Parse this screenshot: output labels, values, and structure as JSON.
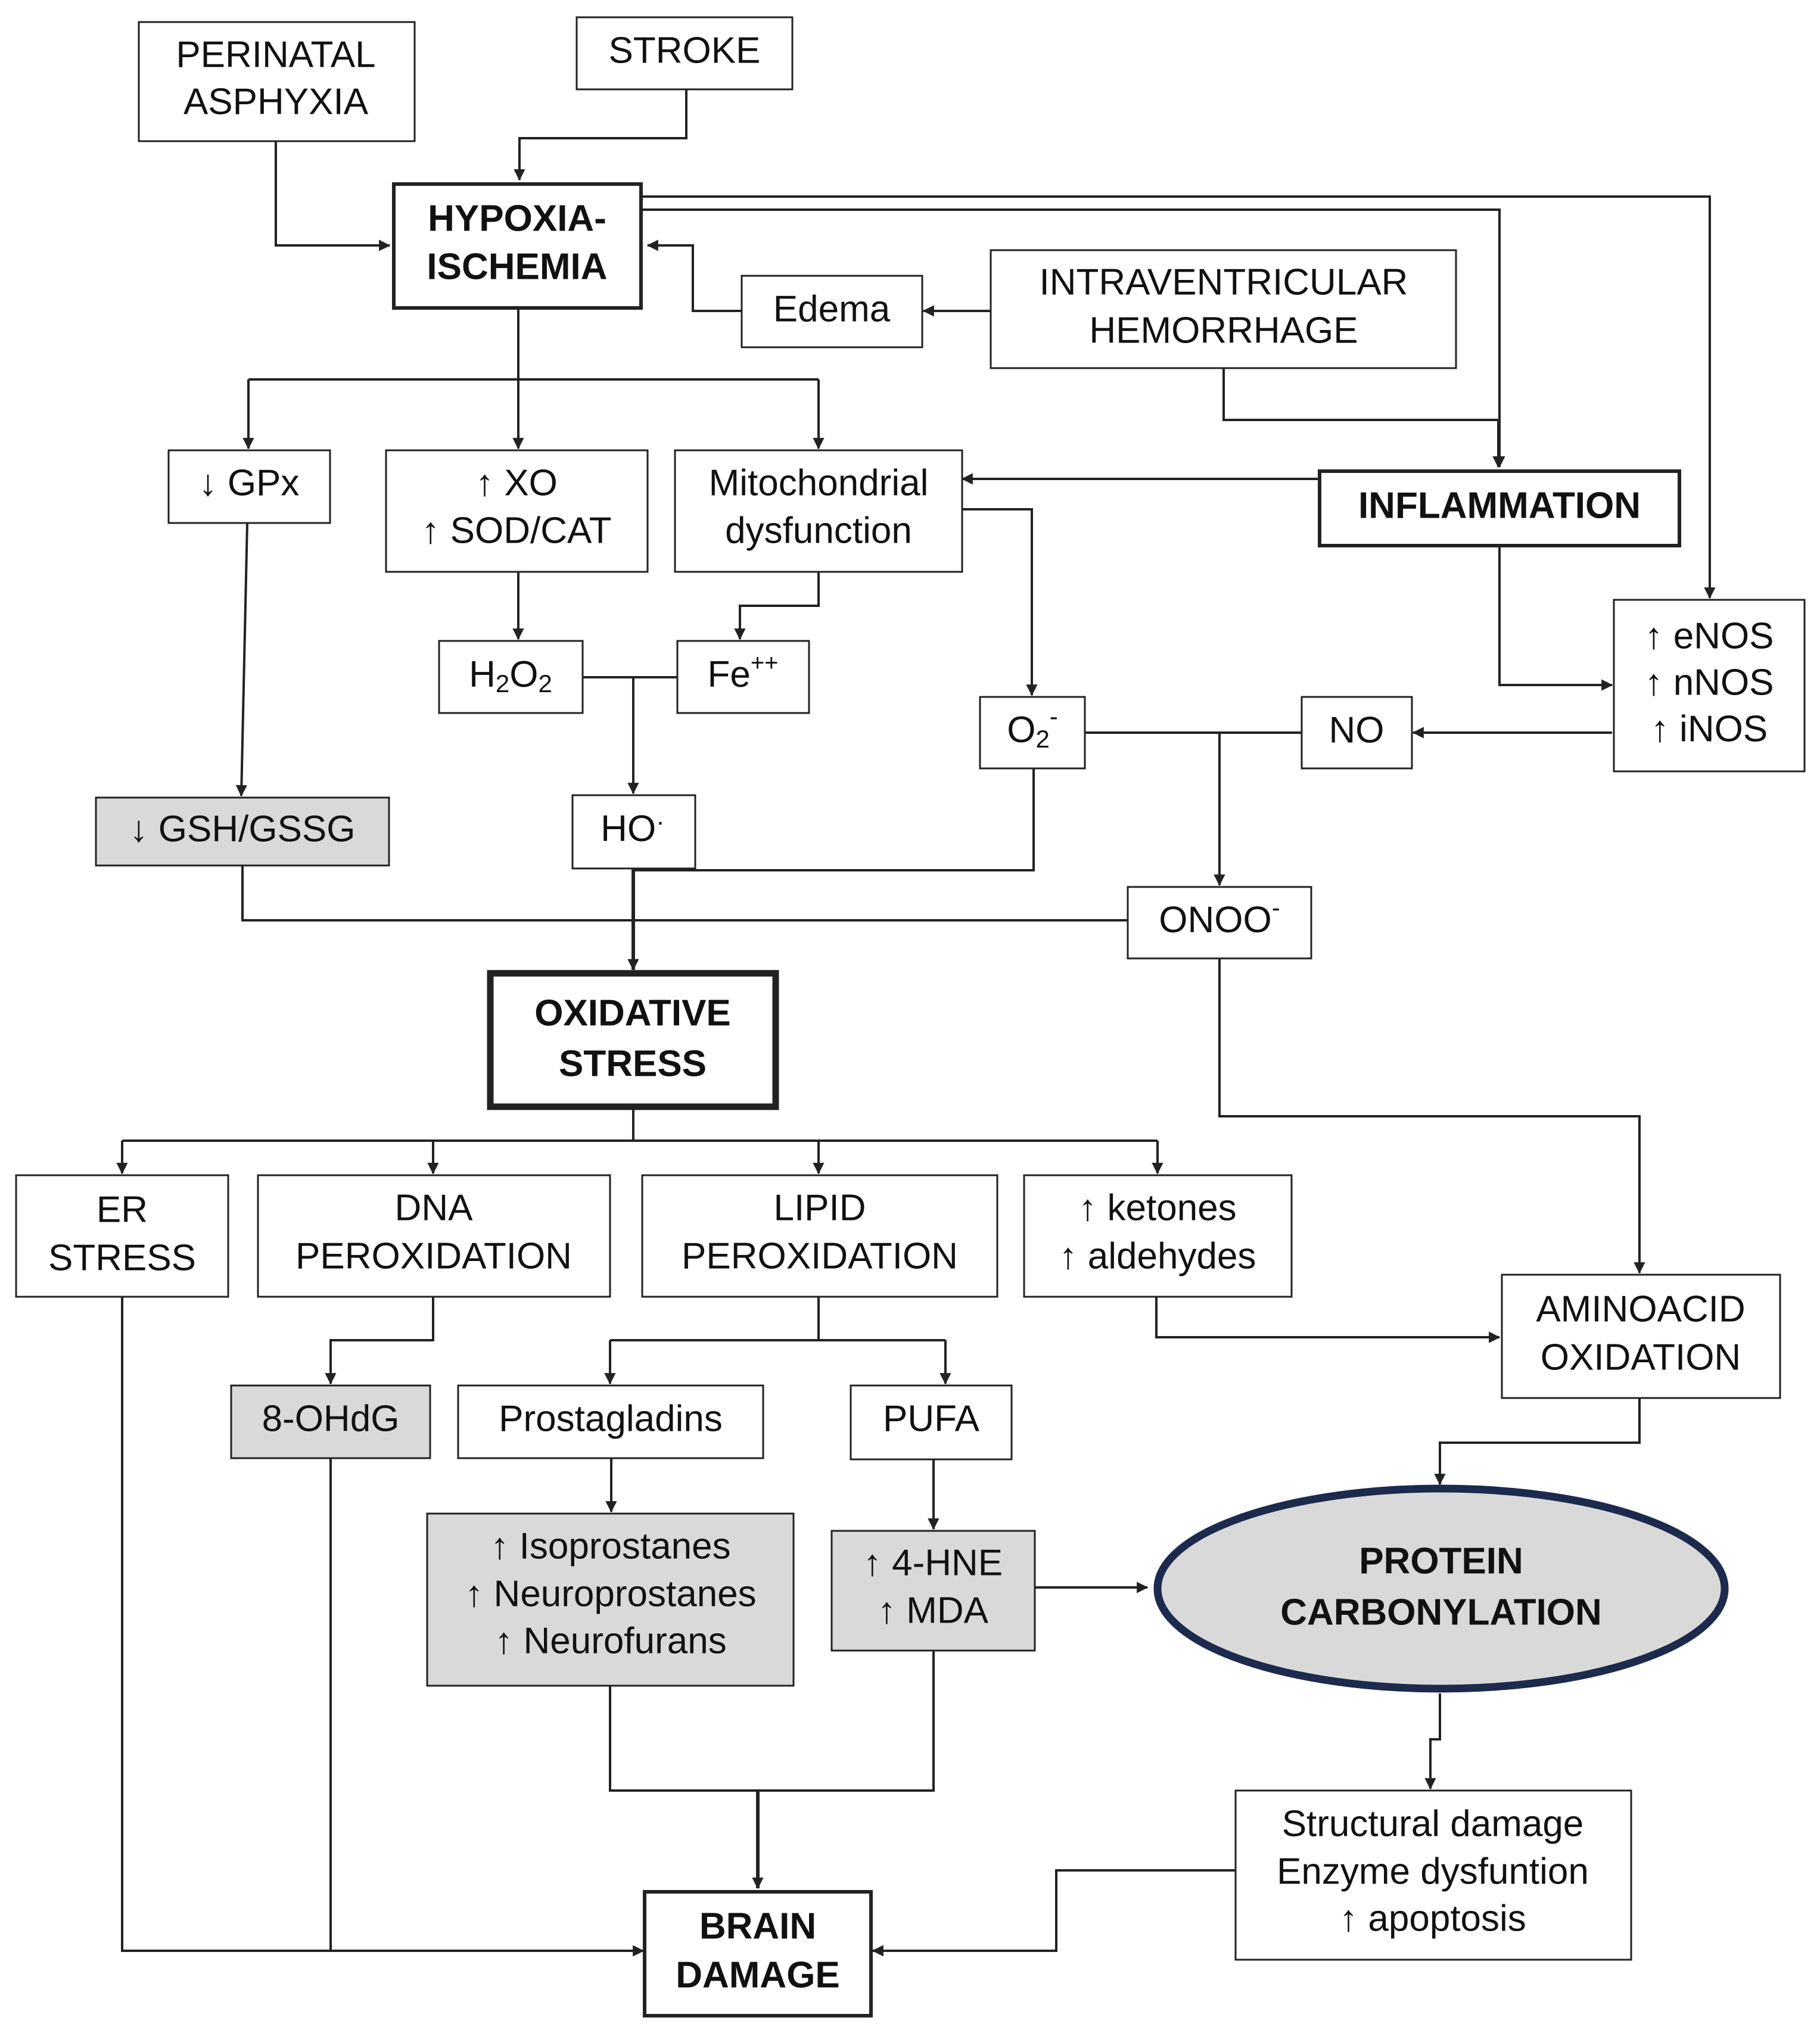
{
  "nodes": {
    "perinatal_asphyxia": [
      "PERINATAL",
      "ASPHYXIA"
    ],
    "stroke": [
      "STROKE"
    ],
    "hypoxia_ischemia": [
      "HYPOXIA-",
      "ISCHEMIA"
    ],
    "edema": [
      "Edema"
    ],
    "intraventricular_hemorrhage": [
      "INTRAVENTRICULAR",
      "HEMORRHAGE"
    ],
    "gpx": [
      "↓ GPx"
    ],
    "xo_sod_cat": [
      "↑ XO",
      "↑ SOD/CAT"
    ],
    "mitochondrial_dysfunction": [
      "Mitochondrial",
      "dysfunction"
    ],
    "inflammation": [
      "INFLAMMATION"
    ],
    "h2o2": {
      "base": "H",
      "sub1": "2",
      "mid": "O",
      "sub2": "2"
    },
    "fe": {
      "base": "Fe",
      "sup": "++"
    },
    "nos": [
      "↑ eNOS",
      "↑ nNOS",
      "↑ iNOS"
    ],
    "superoxide": {
      "base": "O",
      "sub": "2",
      "sup": "-"
    },
    "no": [
      "NO"
    ],
    "gsh_gssg": [
      "↓ GSH/GSSG"
    ],
    "hydroxyl": {
      "base": "HO",
      "sup": "·"
    },
    "peroxynitrite": {
      "base": "ONOO",
      "sup": "-"
    },
    "oxidative_stress": [
      "OXIDATIVE",
      "STRESS"
    ],
    "er_stress": [
      "ER",
      "STRESS"
    ],
    "dna_peroxidation": [
      "DNA",
      "PEROXIDATION"
    ],
    "lipid_peroxidation": [
      "LIPID",
      "PEROXIDATION"
    ],
    "ketones_aldehydes": [
      "↑ ketones",
      "↑ aldehydes"
    ],
    "aminoacid_oxidation": [
      "AMINOACID",
      "OXIDATION"
    ],
    "ohdg": [
      "8-OHdG"
    ],
    "prostagladins": [
      "Prostagladins"
    ],
    "pufa": [
      "PUFA"
    ],
    "isoprostanes": [
      "↑ Isoprostanes",
      "↑ Neuroprostanes",
      "↑ Neurofurans"
    ],
    "hne_mda": [
      "↑ 4-HNE",
      "↑ MDA"
    ],
    "protein_carbonylation": [
      "PROTEIN",
      "CARBONYLATION"
    ],
    "consequences": [
      "Structural damage",
      "Enzyme dysfuntion",
      "↑ apoptosis"
    ],
    "brain_damage": [
      "BRAIN",
      "DAMAGE"
    ]
  },
  "colors": {
    "box_fill": "#ffffff",
    "shaded_fill": "#d9d9d9",
    "stroke": "#222222",
    "ellipse_stroke": "#1c2a4d"
  }
}
